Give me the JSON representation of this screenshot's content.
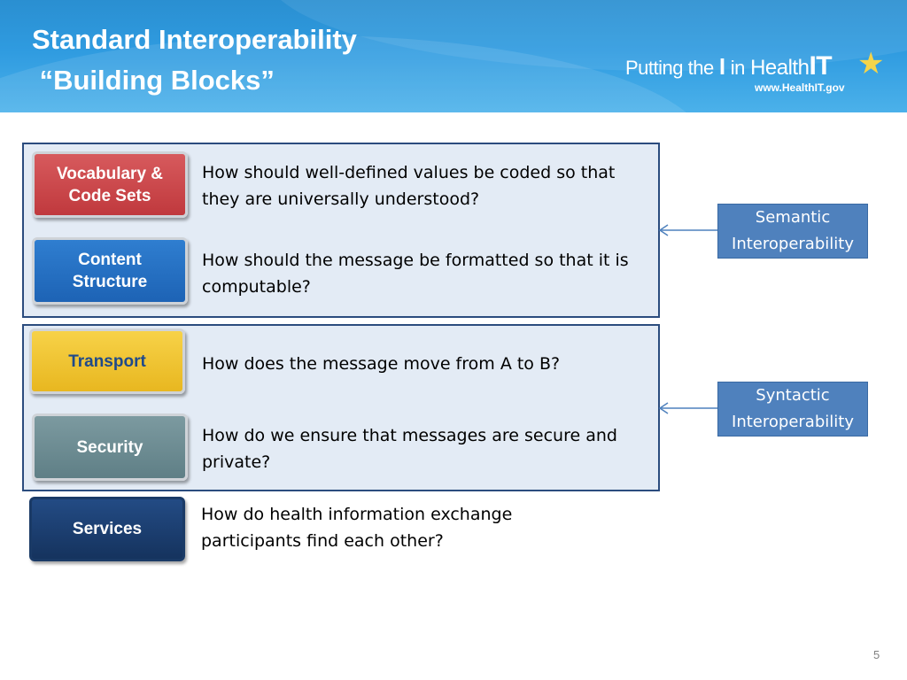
{
  "header": {
    "title": "Standard Interoperability\n “Building Blocks”",
    "logo": {
      "putting": "Putting the",
      "i": "I",
      "in": "in",
      "health": "Health",
      "it": "IT",
      "url": "www.HealthIT.gov"
    }
  },
  "blocks": [
    {
      "label": "Vocabulary & Code Sets",
      "question": "How should well-defined values be coded so that they are universally understood?",
      "color": "#c0393d"
    },
    {
      "label": "Content Structure",
      "question": "How should the message be formatted so that it is computable?",
      "color": "#1d63b5"
    },
    {
      "label": "Transport",
      "question": "How does the message move from A to B?",
      "color": "#e8b720"
    },
    {
      "label": "Security",
      "question": "How do we ensure that messages are secure and private?",
      "color": "#5f7f86"
    },
    {
      "label": "Services",
      "question": "How do health information exchange participants find each other?",
      "color": "#15335e"
    }
  ],
  "categories": {
    "semantic": "Semantic Interoperability",
    "syntactic": "Syntactic Interoperability"
  },
  "page_number": "5"
}
